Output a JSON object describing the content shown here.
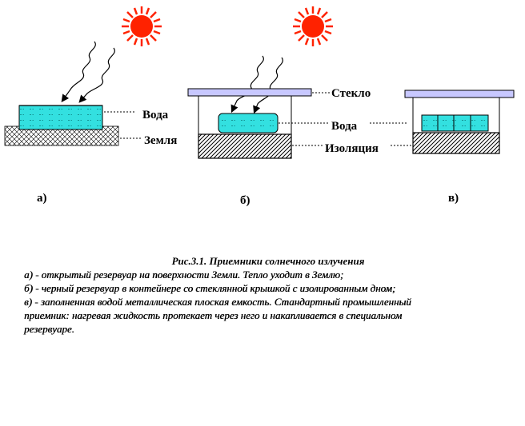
{
  "labels": {
    "water_a": "Вода",
    "earth": "Земля",
    "glass": "Стекло",
    "water_b": "Вода",
    "insulation": "Изоляция"
  },
  "panels": {
    "a": "а)",
    "b": "б)",
    "c": "в)"
  },
  "caption": {
    "title": "Рис.3.1.  Приемники солнечного  излучения",
    "line1": "а) -  открытый резервуар  на поверхности Земли. Тепло уходит  в Землю;",
    "line2": "б) -  черный резервуар в контейнере  со стеклянной крышкой   с изолированным  дном;",
    "line3": "в) -  заполненная водой металлическая плоская емкость. Стандартный промышленный",
    "line4": "приемник: нагревая жидкость протекает через него и накапливается  в специальном",
    "line5": "резервуаре."
  },
  "colors": {
    "sun": "#ff2200",
    "water": "#33e0e0",
    "glass": "#c8c8ff"
  }
}
